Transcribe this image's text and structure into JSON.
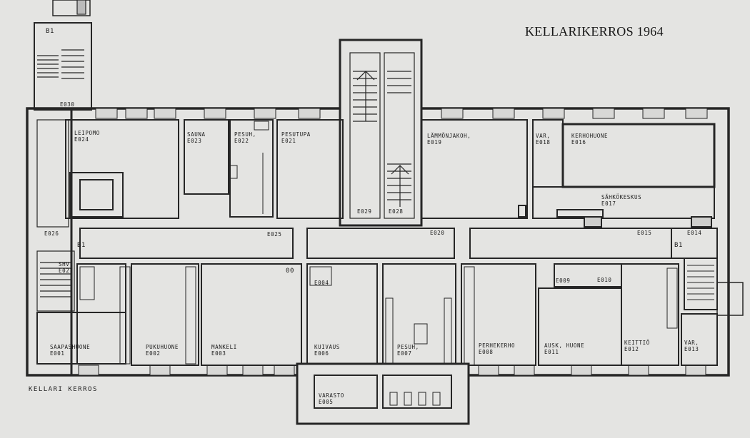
{
  "title": "KELLARIKERROS 1964",
  "caption": "KELLARI KERROS",
  "rooms": [
    {
      "id": "leipomo",
      "name": "LEIPOMO",
      "code": "E024"
    },
    {
      "id": "sauna",
      "name": "SAUNA",
      "code": "E023"
    },
    {
      "id": "pesuh",
      "name": "PESUH,",
      "code": "E022"
    },
    {
      "id": "pesutupa",
      "name": "PESUTUPA",
      "code": "E021"
    },
    {
      "id": "lammonjako",
      "name": "LÄMMÖNJAKOH,",
      "code": "E019"
    },
    {
      "id": "var1",
      "name": "VAR,",
      "code": "E018"
    },
    {
      "id": "kerhohuone",
      "name": "KERHOHUONE",
      "code": "E016"
    },
    {
      "id": "sahkokeskus",
      "name": "SÄHKÖKESKUS",
      "code": "E017"
    },
    {
      "id": "c029",
      "name": "",
      "code": "E029"
    },
    {
      "id": "c028",
      "name": "",
      "code": "E028"
    },
    {
      "id": "c030",
      "name": "",
      "code": "E030"
    },
    {
      "id": "c026",
      "name": "",
      "code": "E026"
    },
    {
      "id": "c025",
      "name": "",
      "code": "E025"
    },
    {
      "id": "c020",
      "name": "",
      "code": "E020"
    },
    {
      "id": "c015",
      "name": "",
      "code": "E015"
    },
    {
      "id": "c014",
      "name": "",
      "code": "E014"
    },
    {
      "id": "shv",
      "name": "SHV,",
      "code": "E027"
    },
    {
      "id": "c004",
      "name": "",
      "code": "E004"
    },
    {
      "id": "c009",
      "name": "",
      "code": "E009"
    },
    {
      "id": "c010",
      "name": "",
      "code": "E010"
    },
    {
      "id": "saapas",
      "name": "SAAPASHUONE",
      "code": "E001"
    },
    {
      "id": "puku",
      "name": "PUKUHUONE",
      "code": "E002"
    },
    {
      "id": "mankeli",
      "name": "MANKELI",
      "code": "E003"
    },
    {
      "id": "kuivaus",
      "name": "KUIVAUS",
      "code": "E006"
    },
    {
      "id": "pesuh2",
      "name": "PESUH,",
      "code": "E007"
    },
    {
      "id": "perhe",
      "name": "PERHEKERHO",
      "code": "E008"
    },
    {
      "id": "ausk",
      "name": "AUSK, HUONE",
      "code": "E011"
    },
    {
      "id": "keitto",
      "name": "KEITTIÖ",
      "code": "E012"
    },
    {
      "id": "var2",
      "name": "VAR,",
      "code": "E013"
    },
    {
      "id": "varasto",
      "name": "VARASTO",
      "code": "E005"
    }
  ],
  "stair_marks": [
    "B1",
    "B1",
    "B1"
  ],
  "misc_mark": "00"
}
